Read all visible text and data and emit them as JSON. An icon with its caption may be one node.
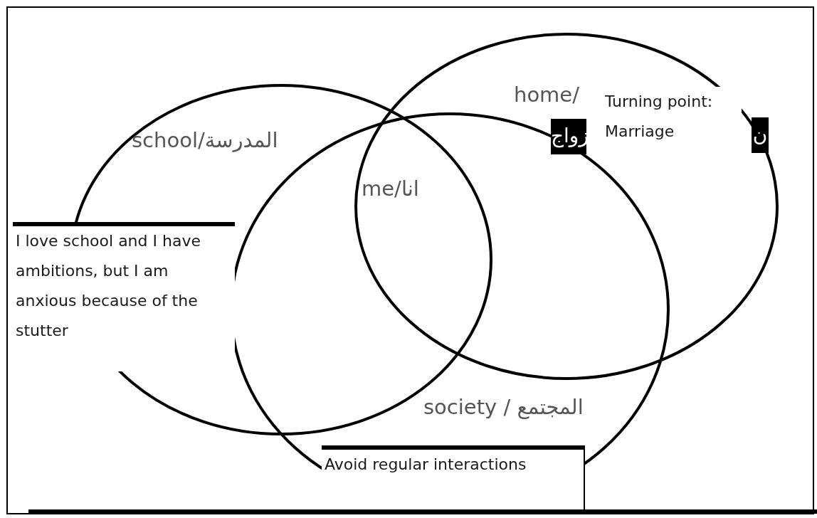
{
  "diagram": {
    "nodes": [
      {
        "text": [
          "school/المدرسة"
        ]
      },
      {
        "text": [
          "home/"
        ]
      },
      {
        "text": [
          "society / المجتمع"
        ]
      },
      {
        "text": [
          "I love school and I have ambitions, but I am anxious because of the stutter"
        ]
      },
      {
        "text": [
          "Turning point: Marriage"
        ],
        "in": 1
      },
      {
        "text": [
          "Avoid regular interactions"
        ],
        "in": 2
      }
    ],
    "labels": [
      "me/انا",
      "زواج",
      "ن"
    ]
  }
}
